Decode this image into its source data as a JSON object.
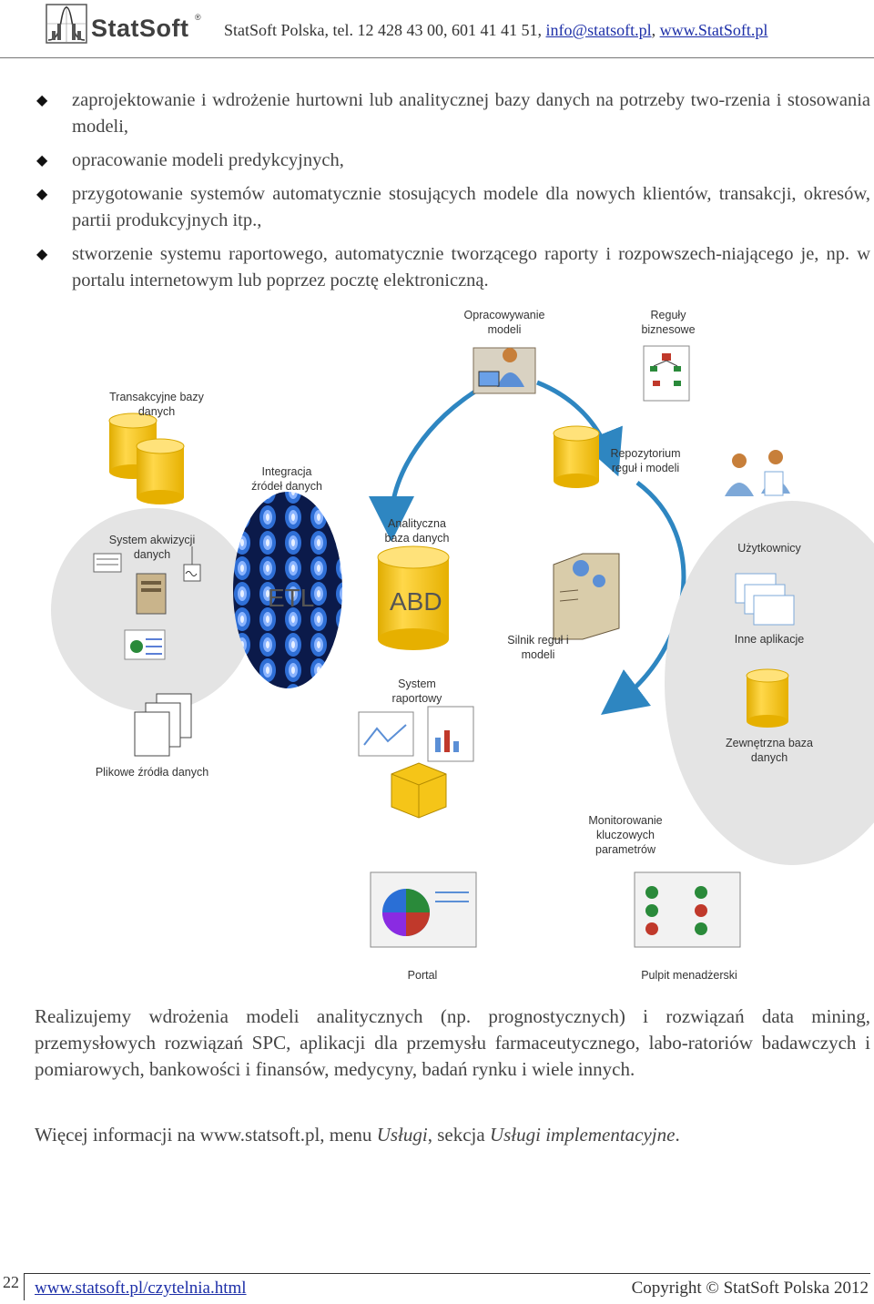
{
  "header": {
    "logo_name": "StatSoft",
    "logo_reg": "®",
    "contact_prefix": "StatSoft Polska, tel. 12 428 43 00, 601 41 41 51, ",
    "email": "info@statsoft.pl",
    "separator": ", ",
    "website": "www.StatSoft.pl"
  },
  "bullets": [
    "zaprojektowanie i wdrożenie hurtowni lub analitycznej bazy danych na potrzeby two-rzenia i stosowania modeli,",
    "opracowanie modeli predykcyjnych,",
    "przygotowanie systemów automatycznie stosujących modele dla nowych klientów, transakcji, okresów, partii produkcyjnych itp.,",
    "stworzenie systemu raportowego, automatycznie tworzącego raporty i rozpowszech-niającego je, np. w portalu internetowym lub poprzez pocztę elektroniczną."
  ],
  "bullet_symbol": "◆",
  "diagram": {
    "model_dev": [
      "Opracowywanie",
      "modeli"
    ],
    "business_rules": [
      "Reguły",
      "biznesowe"
    ],
    "transactional_db": [
      "Transakcyjne bazy",
      "danych"
    ],
    "integration": [
      "Integracja",
      "źródeł danych"
    ],
    "repository": [
      "Repozytorium",
      "reguł i modeli"
    ],
    "acquisition": [
      "System akwizycji",
      "danych"
    ],
    "analytic_db": [
      "Analityczna",
      "baza danych"
    ],
    "users": "Użytkownicy",
    "etl": "ETL",
    "abd": "ABD",
    "engine": [
      "Silnik reguł i",
      "modeli"
    ],
    "other_apps": "Inne aplikacje",
    "reporting": [
      "System",
      "raportowy"
    ],
    "external_db": [
      "Zewnętrzna baza",
      "danych"
    ],
    "flat_files": "Plikowe źródła danych",
    "kpi_monitoring": [
      "Monitorowanie",
      "kluczowych",
      "parametrów"
    ],
    "portal": "Portal",
    "dashboard": "Pulpit menadżerski"
  },
  "paragraph1": "Realizujemy wdrożenia modeli analitycznych (np. prognostycznych) i rozwiązań data mining, przemysłowych rozwiązań SPC, aplikacji dla przemysłu farmaceutycznego, labo-ratoriów badawczych i pomiarowych, bankowości i finansów, medycyny, badań rynku i wiele innych.",
  "paragraph2": {
    "prefix": "Więcej informacji na www.statsoft.pl, menu ",
    "menu": "Usługi",
    "middle": ", sekcja ",
    "section": "Usługi implementacyjne",
    "suffix": "."
  },
  "footer": {
    "page_number": "22",
    "link": "www.statsoft.pl/czytelnia.html",
    "copyright": "Copyright © StatSoft Polska 2012"
  },
  "colors": {
    "link": "#1d2fa8",
    "cylinder": "#f5c518",
    "cylinder_dark": "#d9a800",
    "arrow_blue": "#2e86c1",
    "panel_gray": "#e4e4e4"
  }
}
